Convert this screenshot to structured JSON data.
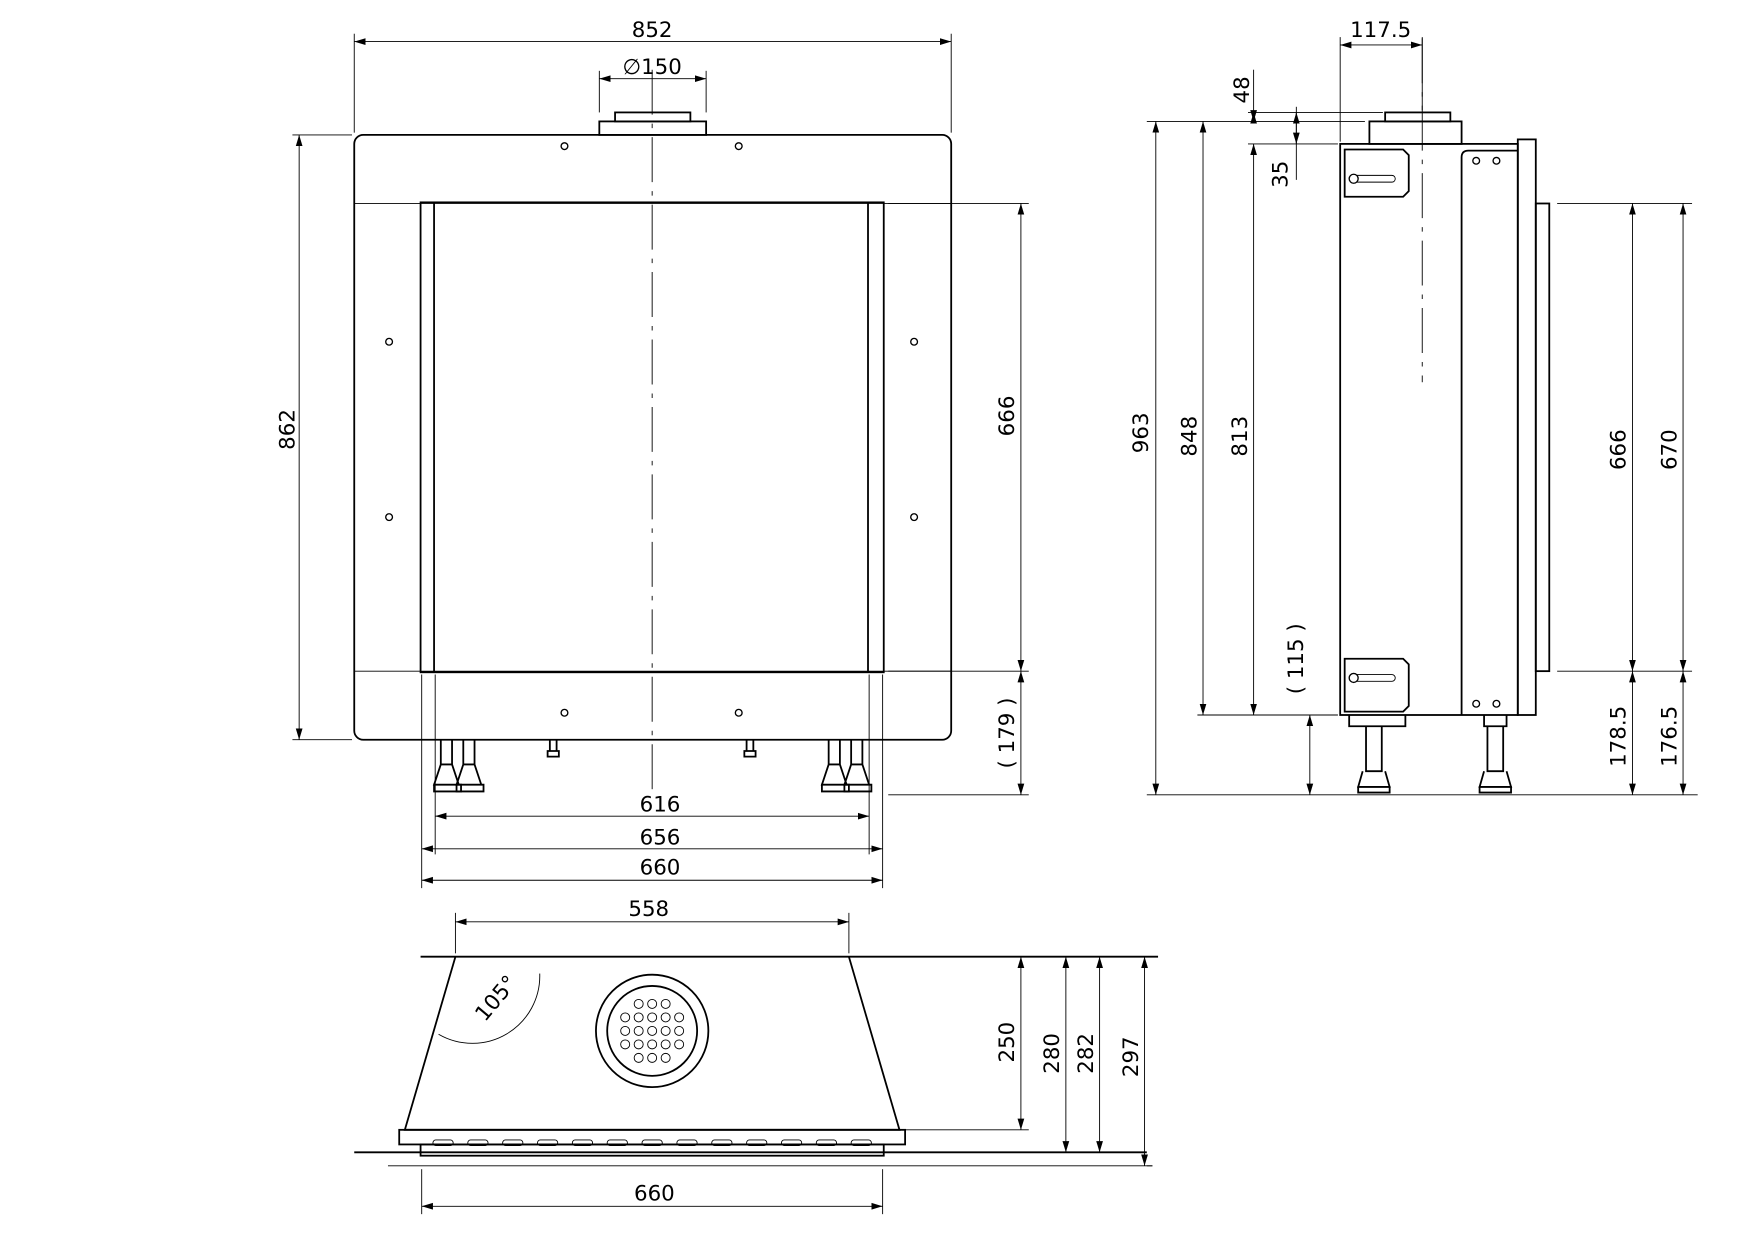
{
  "front_view": {
    "width_overall": "852",
    "flue_diameter": "∅150",
    "height_overall": "862",
    "glass_height": "666",
    "leg_height": "( 179 )",
    "width_616": "616",
    "width_656": "656",
    "width_660": "660"
  },
  "side_view": {
    "flue_offset": "117.5",
    "flue_collar": "48",
    "top_35": "35",
    "total_height": "963",
    "height_848": "848",
    "height_813": "813",
    "leg_height": "( 115 )",
    "glass_666": "666",
    "frame_670": "670",
    "bottom_178_5": "178.5",
    "bottom_176_5": "176.5"
  },
  "top_view": {
    "back_width": "558",
    "angle": "105°",
    "depth_250": "250",
    "depth_280": "280",
    "depth_282": "282",
    "depth_297": "297",
    "front_width": "660"
  }
}
